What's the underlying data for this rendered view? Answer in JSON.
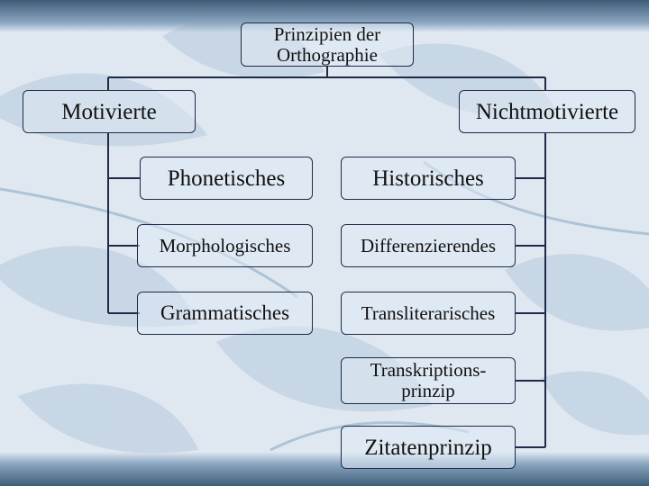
{
  "theme": {
    "accent": "#1f2a48",
    "background": "#dfe8f1",
    "band": "#3f5d79"
  },
  "diagram": {
    "root": "Prinzipien der\nOrthographie",
    "branches": {
      "left": "Motivierte",
      "right": "Nichtmotivierte"
    },
    "left_items": [
      "Phonetisches",
      "Morphologisches",
      "Grammatisches"
    ],
    "right_items": [
      "Historisches",
      "Differenzierendes",
      "Transliterarisches",
      "Transkriptions-\nprinzip",
      "Zitatenprinzip"
    ]
  }
}
